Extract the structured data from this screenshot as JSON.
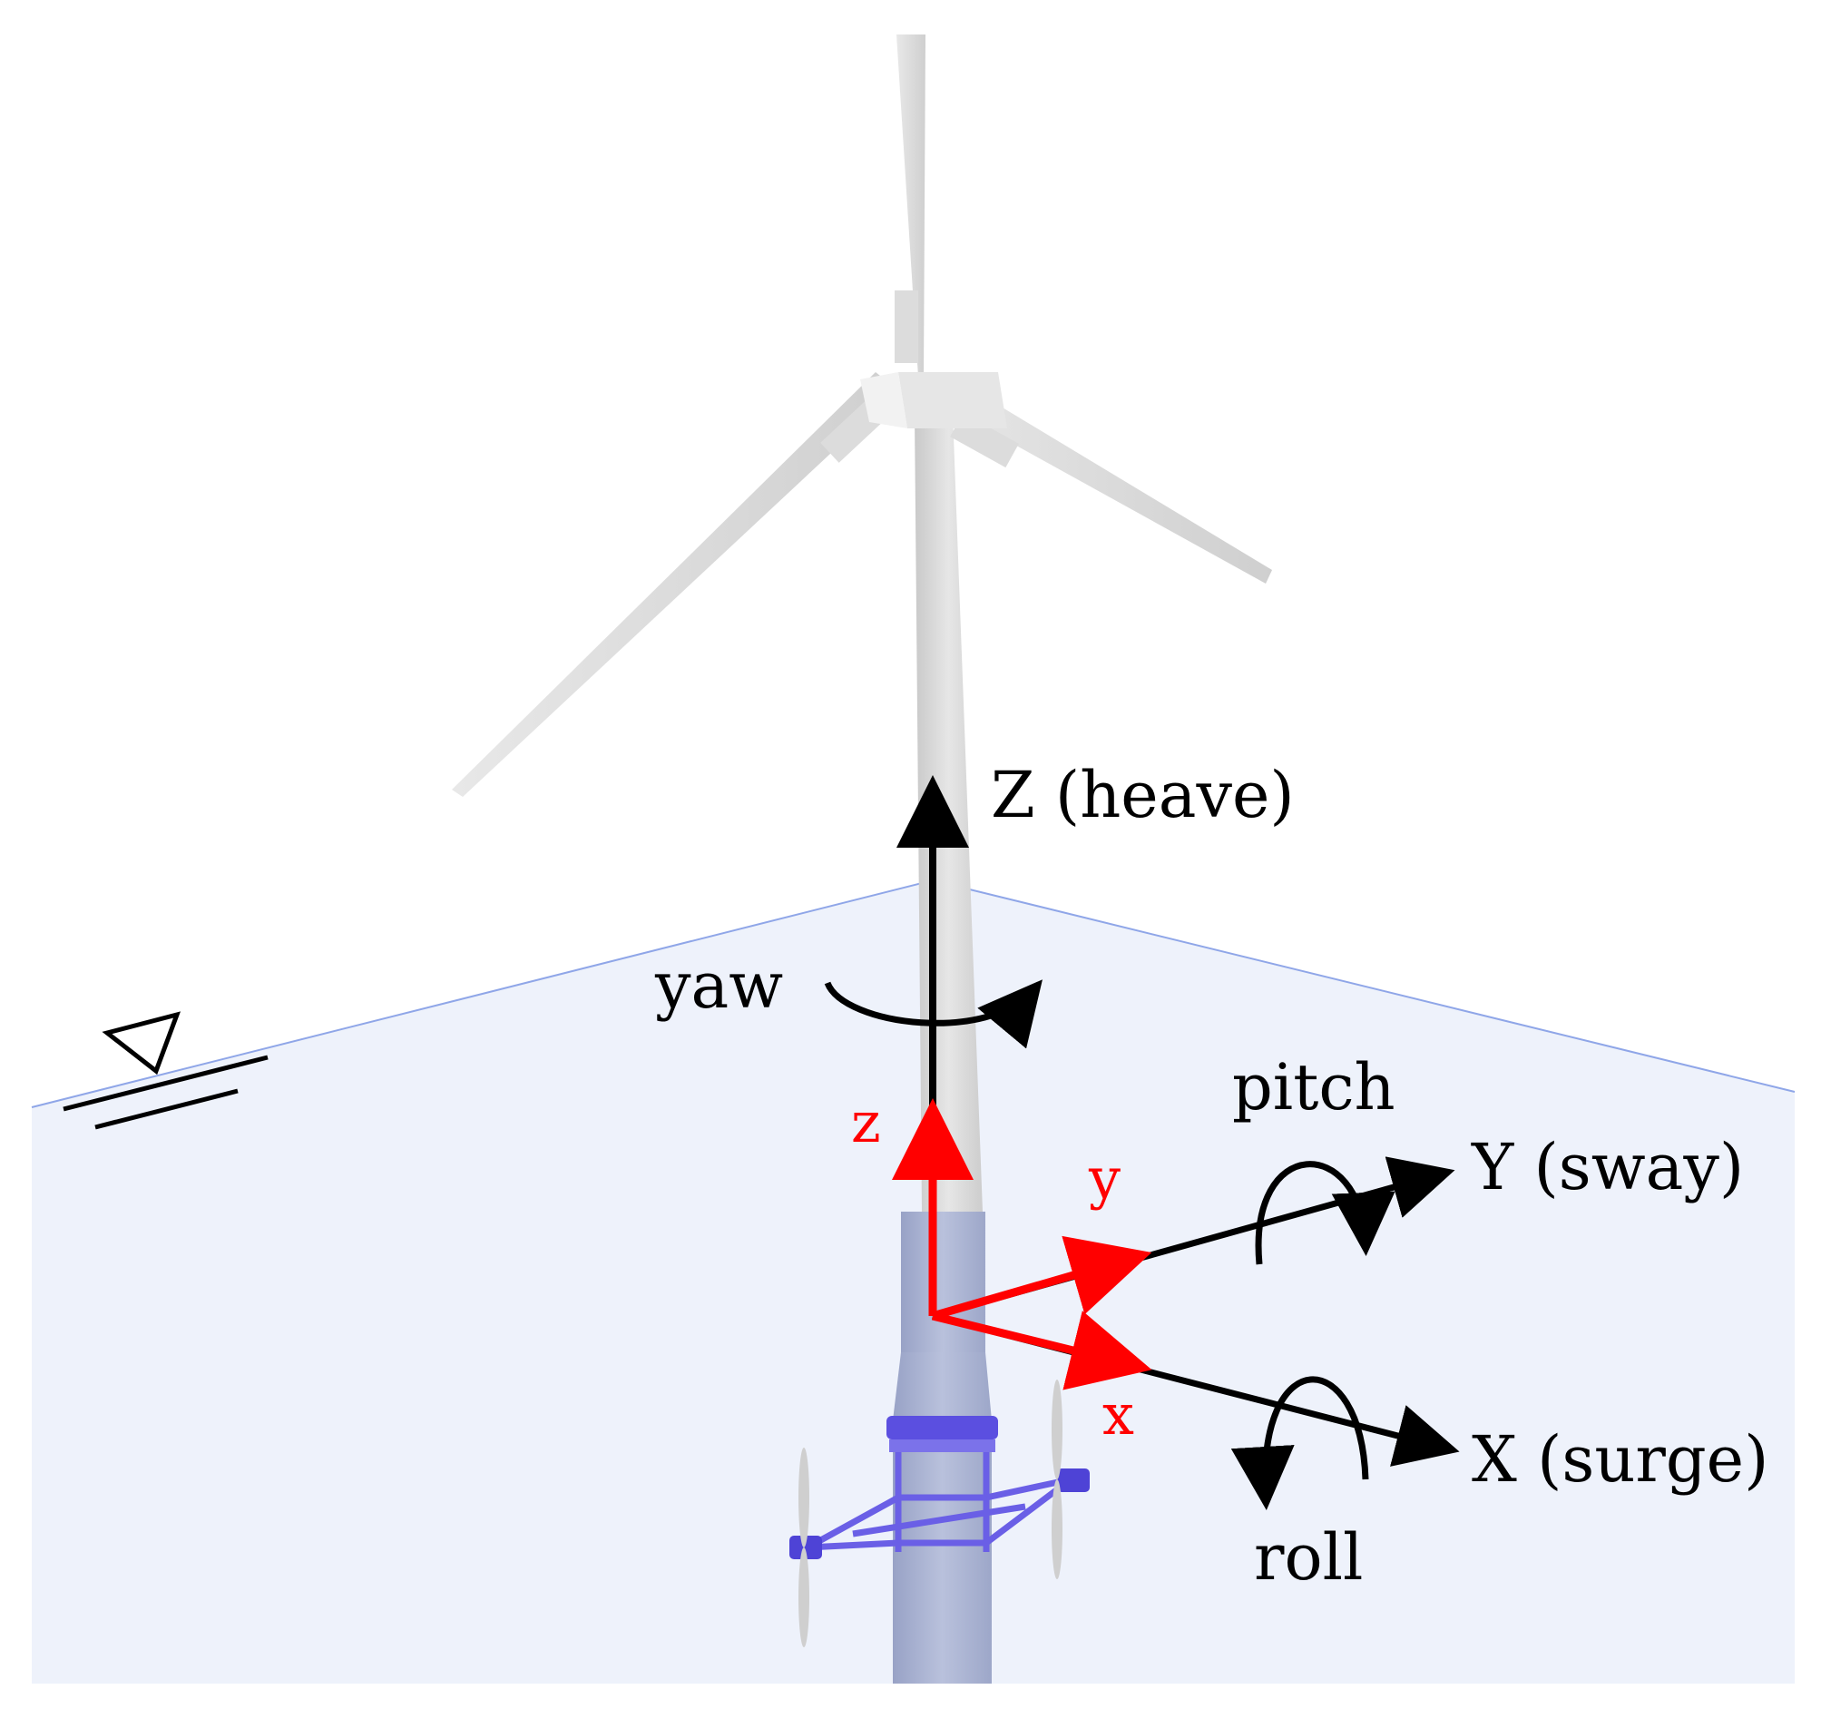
{
  "global_axes": {
    "z_label": "Z (heave)",
    "y_label": "Y (sway)",
    "x_label": "X (surge)",
    "color": "#000000"
  },
  "rotations": {
    "yaw": "yaw",
    "pitch": "pitch",
    "roll": "roll"
  },
  "local_axes": {
    "z": "z",
    "y": "y",
    "x": "x",
    "color": "#ff0000"
  },
  "water": {
    "color": "#eef2fb",
    "edge_color": "#8fa6e8"
  },
  "turbine": {
    "tower_color": "#d9d9d9",
    "submerged_color": "#a9b3d3",
    "platform_color": "#5b4fe0"
  }
}
